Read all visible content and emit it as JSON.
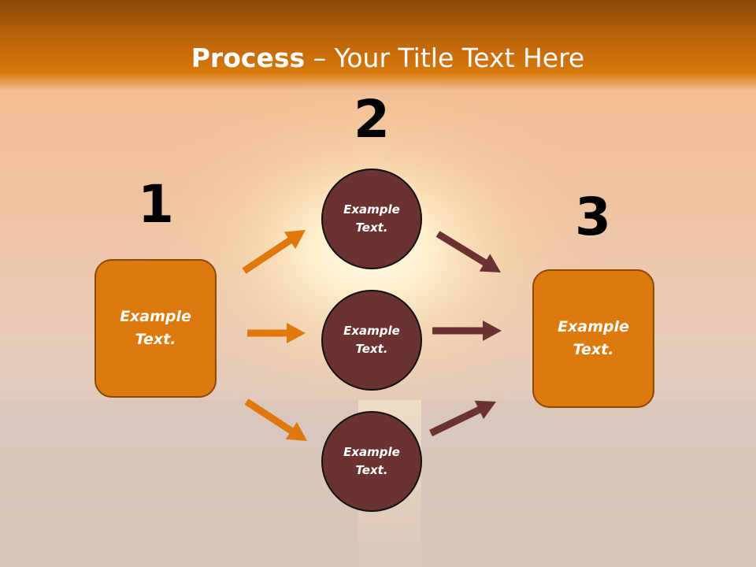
{
  "title": {
    "bold": "Process",
    "rest": " – Your Title Text Here"
  },
  "steps": [
    {
      "number": "1",
      "label": "Example\nText."
    },
    {
      "number": "2",
      "items": [
        "Example\nText.",
        "Example\nText.",
        "Example\nText."
      ]
    },
    {
      "number": "3",
      "label": "Example\nText."
    }
  ],
  "colors": {
    "title_bar": "#d9790c",
    "box_fill": "#dd7a0e",
    "circle_fill": "#6b3232",
    "arrow_in": "#e0780e",
    "arrow_out": "#6b3232"
  }
}
